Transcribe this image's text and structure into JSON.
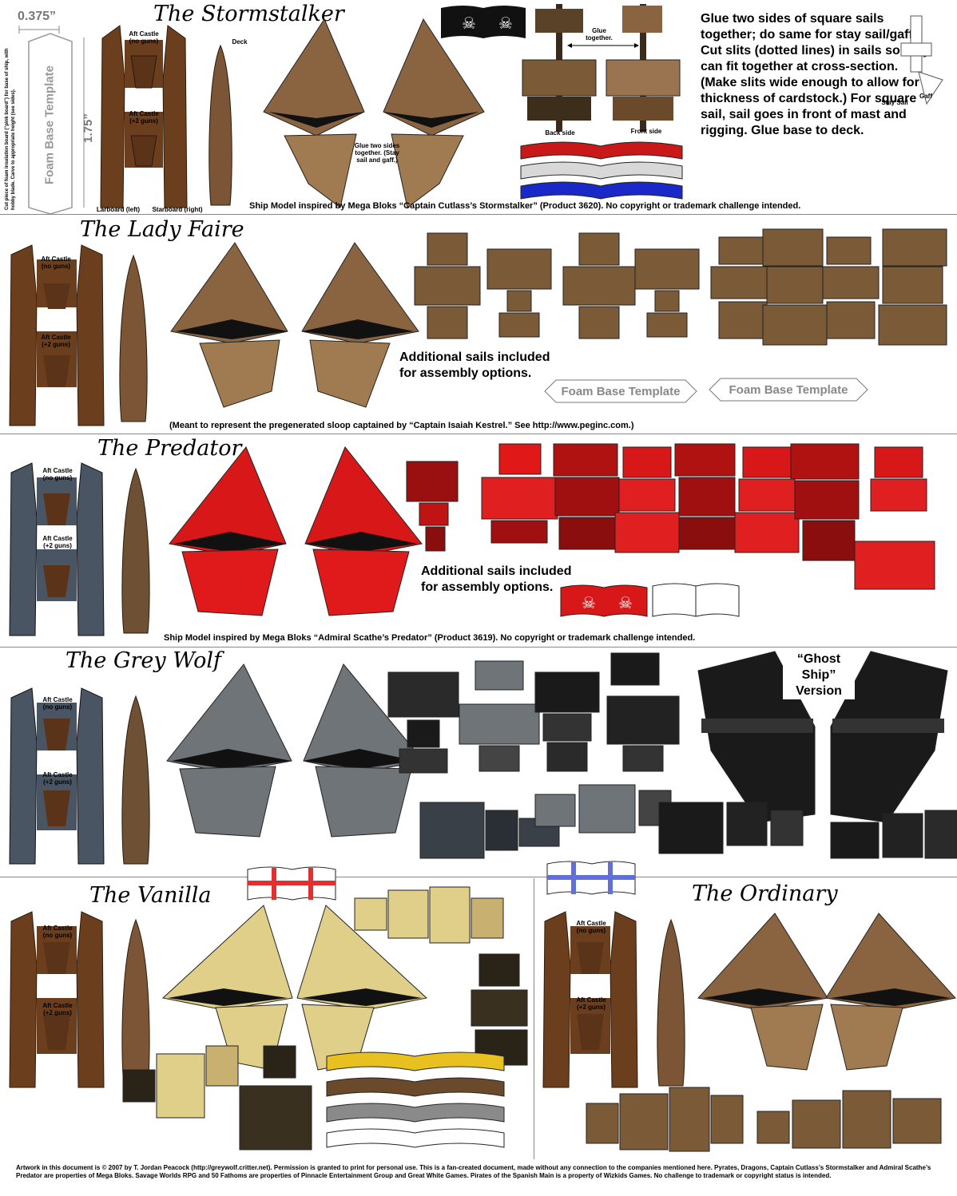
{
  "sections": {
    "stormstalker": {
      "title": "The Stormstalker",
      "credit": "Ship Model inspired by Mega Bloks “Captain Cutlass’s Stormstalker” (Product 3620).  No copyright or trademark challenge intended."
    },
    "lady_faire": {
      "title": "The Lady Faire",
      "note": "(Meant to represent the pregenerated sloop captained by “Captain Isaiah Kestrel.”  See http://www.peginc.com.)",
      "additional": "Additional sails included for assembly options."
    },
    "predator": {
      "title": "The Predator",
      "credit": "Ship Model inspired by Mega Bloks “Admiral Scathe’s Predator” (Product 3619).  No copyright or trademark challenge intended.",
      "additional": "Additional sails included for assembly options."
    },
    "grey_wolf": {
      "title": "The Grey Wolf",
      "ghost": "“Ghost Ship” Version"
    },
    "vanilla": {
      "title": "The Vanilla"
    },
    "ordinary": {
      "title": "The Ordinary"
    }
  },
  "labels": {
    "width": "0.375”",
    "height": "1.75”",
    "foam_vertical": "Foam Base Template",
    "cut_note": "Cut piece of foam insulation board (“pink board”) for base of ship, with hobby blade. Carve to appropriate height (see sides).",
    "aft_no_guns": "Aft Castle (no guns)",
    "aft_guns": "Aft Castle (+2 guns)",
    "deck": "Deck",
    "larboard": "Larboard (left)",
    "starboard": "Starboard (right)",
    "glue_stay": "Glue two sides together.  (Stay sail and gaff.)",
    "glue_together": "Glue together.",
    "back_side": "Back side",
    "front_side": "Front side",
    "stay_sail": "Stay Sail",
    "gaff": "Gaff",
    "foam_template": "Foam Base Template"
  },
  "instructions": "Glue two sides of square sails together; do same for stay sail/gaff.  Cut slits (dotted lines) in sails so they can fit together at cross-section.  (Make slits wide enough to allow for thickness of cardstock.) For square sail, sail goes in front of mast and rigging.  Glue base to deck.",
  "footer": "Artwork in this document is © 2007 by T. Jordan Peacock (http://greywolf.critter.net).  Permission is granted to print for personal use.  This is a fan-created document, made without any connection to the companies mentioned here.  Pyrates, Dragons, Captain Cutlass’s Stormstalker and Admiral Scathe’s Predator are properties of Mega Bloks.  Savage Worlds RPG and 50 Fathoms are properties of Pinnacle Entertainment Group and Great White Games.  Pirates of the Spanish Main is a property of Wizkids Games.  No challenge to trademark or copyright status is intended.",
  "colors": {
    "brown": "#7a5a38",
    "tan": "#a07a50",
    "red": "#d81818",
    "grey": "#6f7478",
    "black": "#1a1a1a",
    "cream": "#e0cf88",
    "hull": "#6b3f1e",
    "hull_grey": "#4a5563"
  }
}
